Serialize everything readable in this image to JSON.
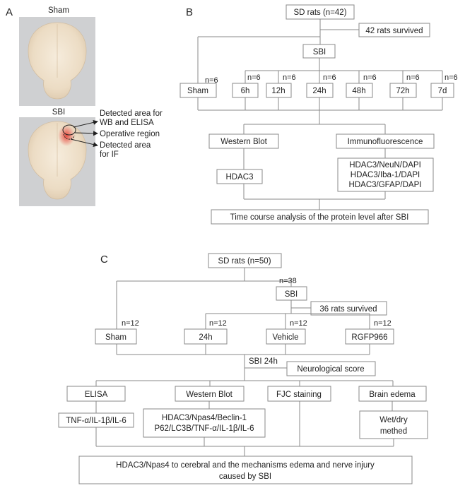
{
  "panel_a": {
    "label": "A",
    "sham_caption": "Sham",
    "sbi_caption": "SBI",
    "annotations": [
      "Detected area for WB and ELISA",
      "Operative region",
      "Detected area for IF"
    ]
  },
  "panel_b": {
    "label": "B",
    "top": "SD rats (n=42)",
    "survived": "42 rats survived",
    "sbi": "SBI",
    "groups": [
      "Sham",
      "6h",
      "12h",
      "24h",
      "48h",
      "72h",
      "7d"
    ],
    "group_n": [
      "n=6",
      "n=6",
      "n=6",
      "n=6",
      "n=6",
      "n=6",
      "n=6"
    ],
    "western_blot": "Western Blot",
    "immunofluorescence": "Immunofluorescence",
    "hdac3": "HDAC3",
    "if_markers": [
      "HDAC3/NeuN/DAPI",
      "HDAC3/Iba-1/DAPI",
      "HDAC3/GFAP/DAPI"
    ],
    "bottom": "Time course analysis of the protein level after SBI"
  },
  "panel_c": {
    "label": "C",
    "top": "SD rats (n=50)",
    "n38": "n=38",
    "sbi": "SBI",
    "survived": "36 rats survived",
    "groups": [
      "Sham",
      "24h",
      "Vehicle",
      "RGFP966"
    ],
    "group_n": [
      "n=12",
      "n=12",
      "n=12",
      "n=12"
    ],
    "sbi24": "SBI 24h",
    "neuro": "Neurological score",
    "methods": [
      "ELISA",
      "Western Blot",
      "FJC staining",
      "Brain edema"
    ],
    "elisa_detail": "TNF-α/IL-1β/IL-6",
    "wb_detail": [
      "HDAC3/Npas4/Beclin-1",
      "P62/LC3B/TNF-α/IL-1β/IL-6"
    ],
    "edema_detail": [
      "Wet/dry",
      "methed"
    ],
    "bottom": [
      "HDAC3/Npas4 to cerebral and the mechanisms edema and nerve injury",
      "caused by SBI"
    ]
  },
  "colors": {
    "box_border": "#8a8a8a",
    "line": "#8a8a8a",
    "lesion": "#e8443a",
    "brain": "#efe2cf",
    "photo_bg": "#cfd0d2"
  }
}
